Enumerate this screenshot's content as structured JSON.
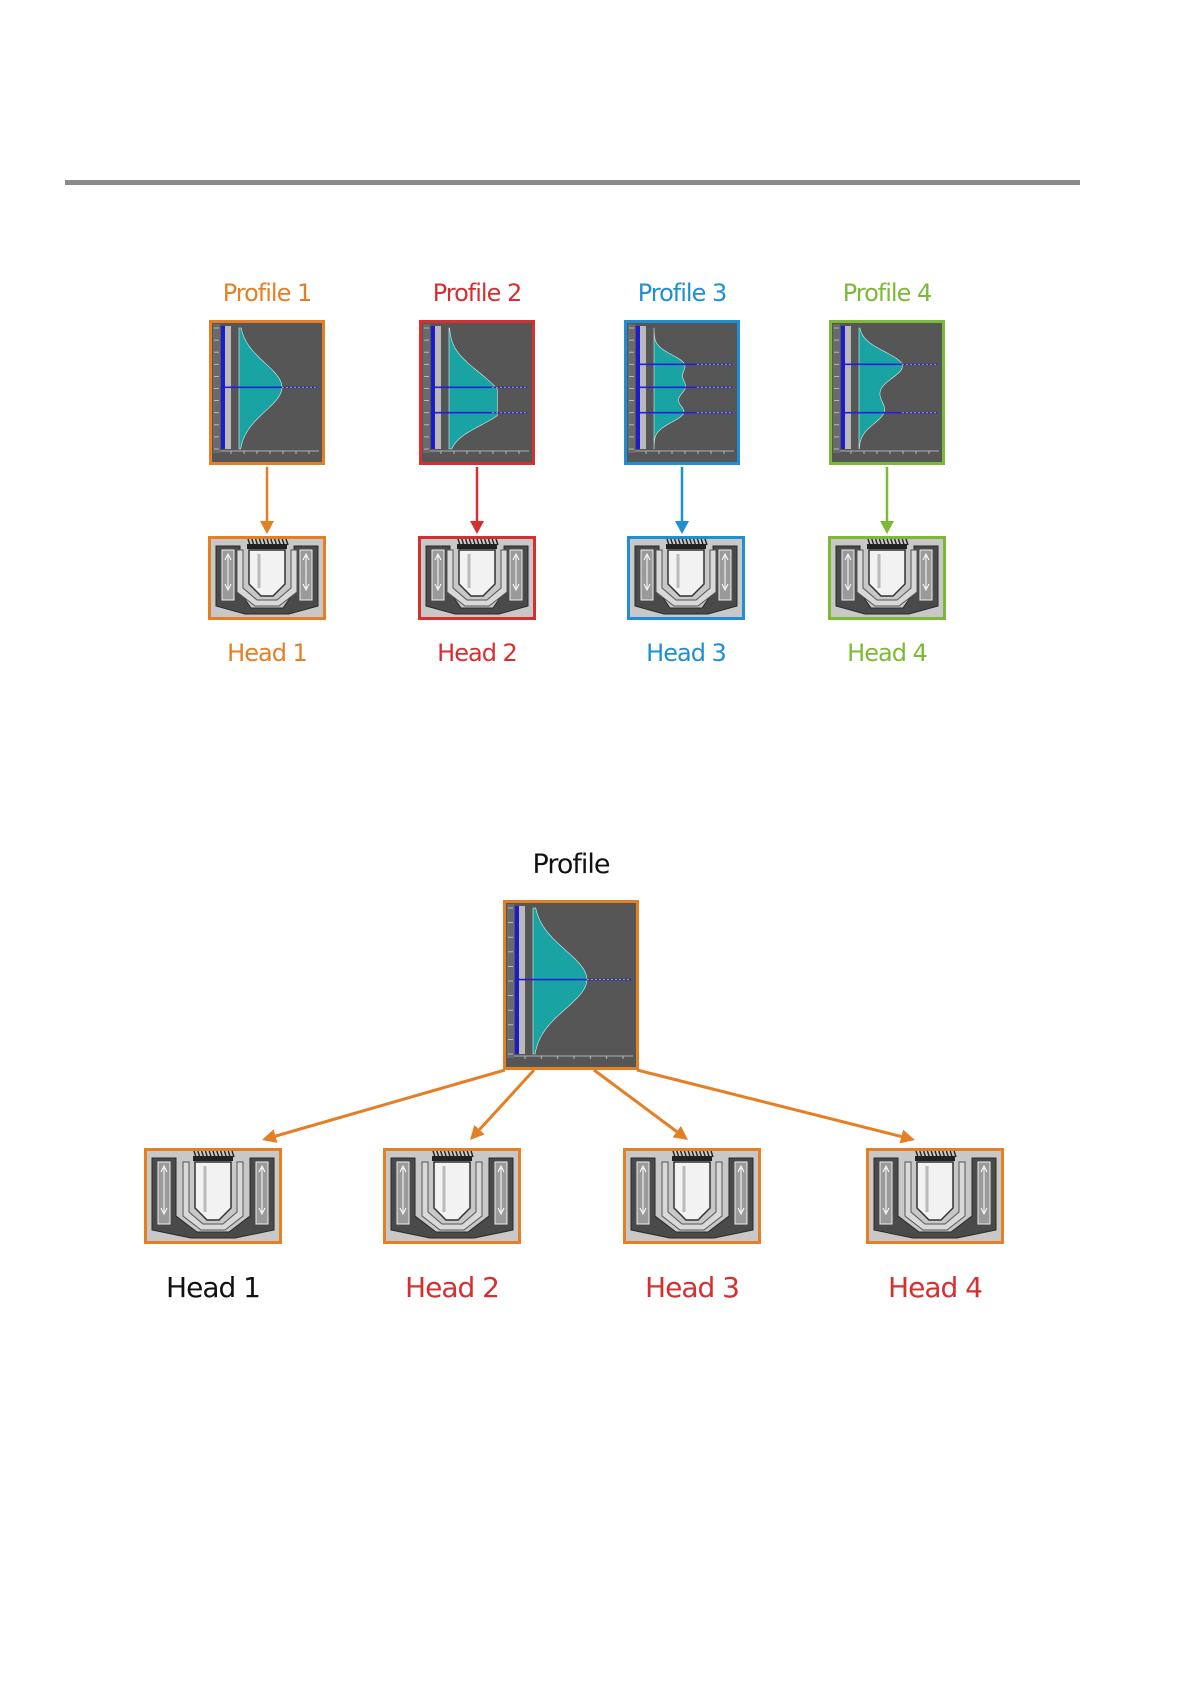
{
  "colors": {
    "orange": "#E57F25",
    "red": "#D62F2F",
    "blue": "#1E8FD5",
    "green": "#7CBA35",
    "black": "#111111",
    "rule": "#8a8a8a",
    "profile_fill": "#1AA3A3",
    "chart_bg": "#565656"
  },
  "top_section": {
    "profiles": [
      {
        "label": "Profile 1",
        "color": "orange",
        "shape": "single"
      },
      {
        "label": "Profile 2",
        "color": "red",
        "shape": "double-low"
      },
      {
        "label": "Profile 3",
        "color": "blue",
        "shape": "triple"
      },
      {
        "label": "Profile 4",
        "color": "green",
        "shape": "double-high"
      }
    ],
    "heads": [
      {
        "label": "Head 1",
        "color": "orange"
      },
      {
        "label": "Head 2",
        "color": "red"
      },
      {
        "label": "Head 3",
        "color": "blue"
      },
      {
        "label": "Head 4",
        "color": "green"
      }
    ]
  },
  "bottom_section": {
    "profile": {
      "label": "Profile",
      "color": "orange",
      "label_color": "black",
      "shape": "single"
    },
    "heads": [
      {
        "label": "Head 1",
        "frame_color": "orange",
        "label_color": "black"
      },
      {
        "label": "Head 2",
        "frame_color": "orange",
        "label_color": "red"
      },
      {
        "label": "Head 3",
        "frame_color": "orange",
        "label_color": "red"
      },
      {
        "label": "Head 4",
        "frame_color": "orange",
        "label_color": "red"
      }
    ]
  }
}
